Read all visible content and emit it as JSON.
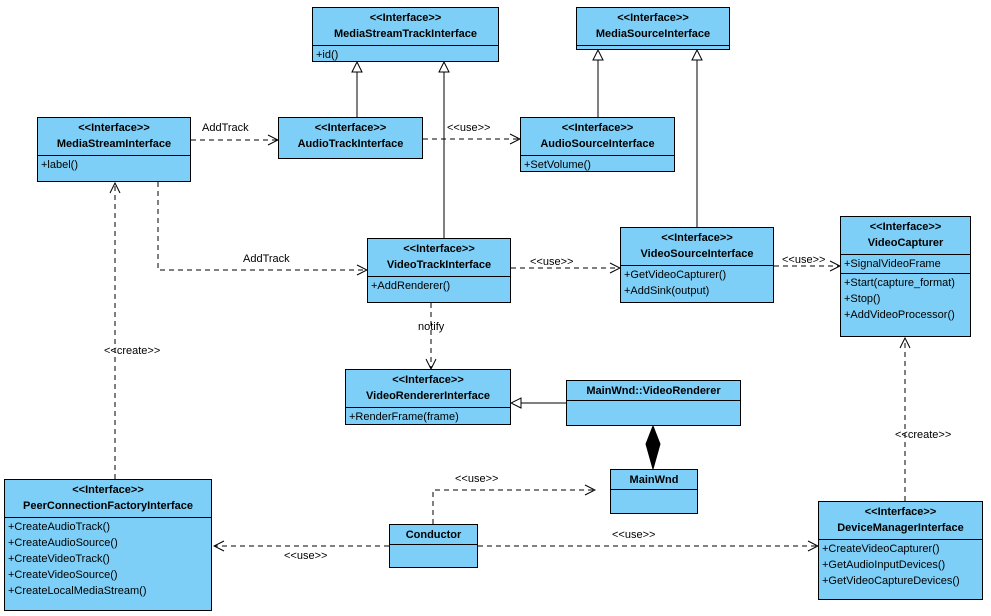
{
  "stereotype": "<<Interface>>",
  "classes": {
    "media_stream_track": {
      "name": "MediaStreamTrackInterface",
      "ops": [
        "+id()"
      ]
    },
    "media_source": {
      "name": "MediaSourceInterface",
      "ops": []
    },
    "media_stream": {
      "name": "MediaStreamInterface",
      "ops": [
        "+label()"
      ]
    },
    "audio_track": {
      "name": "AudioTrackInterface",
      "ops": []
    },
    "audio_source": {
      "name": "AudioSourceInterface",
      "ops": [
        "+SetVolume()"
      ]
    },
    "video_track": {
      "name": "VideoTrackInterface",
      "ops": [
        "+AddRenderer()"
      ]
    },
    "video_source": {
      "name": "VideoSourceInterface",
      "ops": [
        "+GetVideoCapturer()",
        "+AddSink(output)"
      ]
    },
    "video_capturer": {
      "name": "VideoCapturer",
      "attrs": [
        "+SignalVideoFrame"
      ],
      "ops": [
        "+Start(capture_format)",
        "+Stop()",
        "+AddVideoProcessor()"
      ]
    },
    "video_renderer": {
      "name": "VideoRendererInterface",
      "ops": [
        "+RenderFrame(frame)"
      ]
    },
    "mainwnd_renderer": {
      "name": "MainWnd::VideoRenderer"
    },
    "mainwnd": {
      "name": "MainWnd"
    },
    "pcf": {
      "name": "PeerConnectionFactoryInterface",
      "ops": [
        "+CreateAudioTrack()",
        "+CreateAudioSource()",
        "+CreateVideoTrack()",
        "+CreateVideoSource()",
        "+CreateLocalMediaStream()"
      ]
    },
    "conductor": {
      "name": "Conductor"
    },
    "device_manager": {
      "name": "DeviceManagerInterface",
      "ops": [
        "+CreateVideoCapturer()",
        "+GetAudioInputDevices()",
        "+GetVideoCaptureDevices()"
      ]
    }
  },
  "labels": {
    "add_track_audio": "AddTrack",
    "add_track_video": "AddTrack",
    "use_audio": "<<use>>",
    "use_video_source": "<<use>>",
    "use_capturer": "<<use>>",
    "notify": "notify",
    "create_pcf": "<<create>>",
    "create_capturer": "<<create>>",
    "use_mainwnd": "<<use>>",
    "use_pcf": "<<use>>",
    "use_device_manager": "<<use>>"
  },
  "colors": {
    "class_fill": "#7dcff7",
    "line": "#000000"
  }
}
